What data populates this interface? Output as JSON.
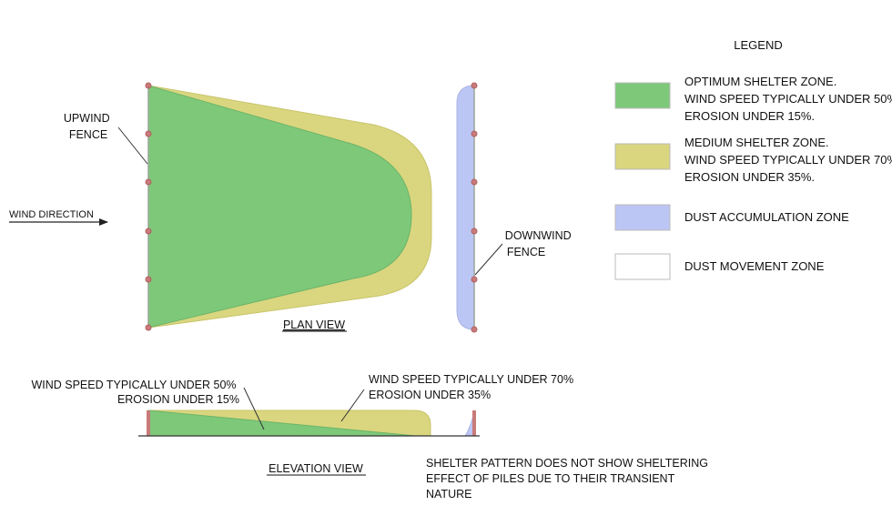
{
  "legend": {
    "title": "LEGEND",
    "items": [
      {
        "lines": [
          "OPTIMUM SHELTER ZONE.",
          "WIND SPEED TYPICALLY UNDER 50%.",
          "EROSION UNDER 15%."
        ],
        "color": "#7ec87a"
      },
      {
        "lines": [
          "MEDIUM SHELTER ZONE.",
          "WIND SPEED TYPICALLY UNDER 70%.",
          "EROSION UNDER 35%."
        ],
        "color": "#d9d67f"
      },
      {
        "lines": [
          "DUST ACCUMULATION ZONE"
        ],
        "color": "#bcc6f4"
      },
      {
        "lines": [
          "DUST MOVEMENT ZONE"
        ],
        "color": "#ffffff"
      }
    ]
  },
  "plan_view": {
    "title": "PLAN VIEW",
    "upwind_label": [
      "UPWIND",
      "FENCE"
    ],
    "downwind_label": [
      "DOWNWIND",
      "FENCE"
    ],
    "wind_direction": "WIND DIRECTION"
  },
  "elevation_view": {
    "title": "ELEVATION VIEW",
    "left_note": [
      "WIND SPEED TYPICALLY UNDER 50%",
      "EROSION UNDER 15%"
    ],
    "right_note": [
      "WIND SPEED TYPICALLY UNDER 70%",
      "EROSION UNDER 35%"
    ]
  },
  "footnote": [
    "SHELTER PATTERN DOES NOT SHOW SHELTERING",
    "EFFECT OF PILES DUE TO THEIR TRANSIENT",
    "NATURE"
  ],
  "colors": {
    "optimum": "#7ec87a",
    "medium": "#d9d67f",
    "dust_accumulation": "#bcc6f4",
    "fence_post": "#c97a7a"
  }
}
